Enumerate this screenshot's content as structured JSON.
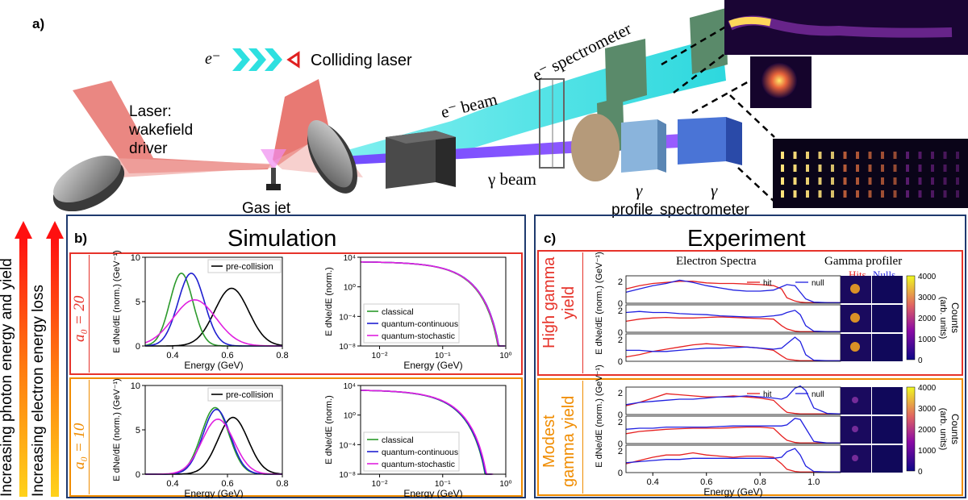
{
  "panel_a": {
    "letter": "a)",
    "electron_symbol": "e⁻",
    "colliding_laser": "Colliding laser",
    "laser_line1": "Laser:",
    "laser_line2": "wakefield",
    "laser_line3": "driver",
    "gas_jet": "Gas jet",
    "e_beam": "e⁻ beam",
    "e_spectrometer": "e⁻ spectrometer",
    "gamma_beam": "γ beam",
    "gamma_profile_sym": "γ",
    "gamma_profile_word": "profile",
    "gamma_spec_sym": "γ",
    "gamma_spec_word": "spectrometer"
  },
  "side_arrows": {
    "photon": "Increasing photon energy and yield",
    "electron": "Increasing electron energy loss"
  },
  "panel_b": {
    "letter": "b)",
    "title": "Simulation",
    "row_labels": [
      "a₀ = 20",
      "a₀ = 10"
    ],
    "colors": {
      "border": "#1f3a6e",
      "row1": "#e6332a",
      "row2": "#f08c00",
      "pre": "#000000",
      "classical": "#2c9a2c",
      "qc": "#2020d0",
      "qs": "#e020e0"
    }
  },
  "panel_c": {
    "letter": "c)",
    "title": "Experiment",
    "electron_spectra": "Electron Spectra",
    "gamma_profiler": "Gamma profiler",
    "hits": "Hits",
    "nulls": "Nulls",
    "row_labels": [
      [
        "High gamma",
        "yield"
      ],
      [
        "Modest",
        "gamma yield"
      ]
    ],
    "counts_label": "Counts",
    "counts_unit": "(arb. units)",
    "colorbar_ticks": [
      "4000",
      "3000",
      "2000",
      "1000",
      "0"
    ],
    "ylabel": "E dNe/dE (norm.) (GeV⁻¹)",
    "xlabel": "Energy (GeV)"
  },
  "chart_data": [
    {
      "type": "line",
      "id": "b_a20_lin",
      "xlabel": "Energy (GeV)",
      "ylabel": "E dNe/dE (norm.) (GeV⁻¹)",
      "xlim": [
        0.3,
        0.8
      ],
      "ylim": [
        0,
        10
      ],
      "xticks": [
        "0.4",
        "0.6",
        "0.8"
      ],
      "yticks": [
        "0",
        "5",
        "10"
      ],
      "legend": [
        "pre-collision"
      ],
      "series": [
        {
          "name": "pre-collision",
          "mu": 0.615,
          "sigma": 0.062,
          "peak": 6.5
        },
        {
          "name": "classical",
          "mu": 0.432,
          "sigma": 0.042,
          "peak": 8.2
        },
        {
          "name": "quantum-continuous",
          "mu": 0.468,
          "sigma": 0.048,
          "peak": 8.2
        },
        {
          "name": "quantum-stochastic",
          "mu": 0.48,
          "sigma": 0.078,
          "peak": 5.2
        }
      ]
    },
    {
      "type": "line",
      "id": "b_a20_log",
      "xlabel": "Energy (GeV)",
      "ylabel": "E dNe/dE (norm.)",
      "xscale": "log",
      "yscale": "log",
      "xlim": [
        0.005,
        1.0
      ],
      "ylim": [
        1e-08,
        10000.0
      ],
      "xticks": [
        "10⁻²",
        "10⁻¹",
        "10⁰"
      ],
      "yticks": [
        "10⁴",
        "10⁰",
        "10⁻⁴",
        "10⁻⁸"
      ],
      "legend": [
        "classical",
        "quantum-continuous",
        "quantum-stochastic"
      ],
      "series": [
        {
          "name": "classical",
          "cutoff": 0.96
        },
        {
          "name": "quantum-continuous",
          "cutoff": 0.99
        },
        {
          "name": "quantum-stochastic",
          "cutoff": 0.98
        }
      ]
    },
    {
      "type": "line",
      "id": "b_a10_lin",
      "xlabel": "Energy (GeV)",
      "ylabel": "E dNe/dE (norm.) (GeV⁻¹)",
      "xlim": [
        0.3,
        0.8
      ],
      "ylim": [
        0,
        10
      ],
      "xticks": [
        "0.4",
        "0.6",
        "0.8"
      ],
      "yticks": [
        "0",
        "5",
        "10"
      ],
      "legend": [
        "pre-collision"
      ],
      "series": [
        {
          "name": "pre-collision",
          "mu": 0.62,
          "sigma": 0.055,
          "peak": 6.4
        },
        {
          "name": "classical",
          "mu": 0.555,
          "sigma": 0.05,
          "peak": 7.5
        },
        {
          "name": "quantum-continuous",
          "mu": 0.56,
          "sigma": 0.05,
          "peak": 7.3
        },
        {
          "name": "quantum-stochastic",
          "mu": 0.565,
          "sigma": 0.058,
          "peak": 6.2
        }
      ]
    },
    {
      "type": "line",
      "id": "b_a10_log",
      "xlabel": "Energy (GeV)",
      "ylabel": "E dNe/dE (norm.)",
      "xscale": "log",
      "yscale": "log",
      "xlim": [
        0.005,
        1.0
      ],
      "ylim": [
        1e-08,
        10000.0
      ],
      "xticks": [
        "10⁻²",
        "10⁻¹",
        "10⁰"
      ],
      "yticks": [
        "10⁴",
        "10⁰",
        "10⁻⁴",
        "10⁻⁸"
      ],
      "legend": [
        "classical",
        "quantum-continuous",
        "quantum-stochastic"
      ],
      "series": [
        {
          "name": "classical",
          "cutoff": 0.6
        },
        {
          "name": "quantum-continuous",
          "cutoff": 0.61
        },
        {
          "name": "quantum-stochastic",
          "cutoff": 0.63
        }
      ]
    },
    {
      "type": "line",
      "id": "c_spectra",
      "xlabel": "Energy (GeV)",
      "xlim": [
        0.3,
        1.1
      ],
      "ylim": [
        0,
        2.5
      ],
      "xticks": [
        "0.4",
        "0.6",
        "0.8",
        "1.0"
      ],
      "yticks": [
        "0",
        "2"
      ],
      "legends": [
        [
          "hit",
          "null"
        ],
        [
          "hit",
          "null"
        ]
      ],
      "x": [
        0.3,
        0.35,
        0.4,
        0.45,
        0.5,
        0.55,
        0.6,
        0.65,
        0.7,
        0.75,
        0.8,
        0.85,
        0.88,
        0.9,
        0.93,
        0.95,
        0.97,
        1.0,
        1.05,
        1.1
      ],
      "panels": [
        {
          "hit": [
            1.3,
            1.6,
            1.8,
            1.9,
            2.0,
            2.0,
            1.85,
            1.8,
            1.8,
            1.75,
            1.7,
            1.6,
            1.3,
            0.5,
            0.2,
            0.1,
            0.05,
            0.05,
            0.05,
            0.05
          ],
          "null": [
            1.0,
            1.3,
            1.6,
            1.8,
            2.1,
            1.9,
            1.6,
            1.4,
            1.2,
            1.1,
            1.1,
            1.2,
            1.5,
            1.7,
            1.6,
            1.0,
            0.4,
            0.1,
            0.05,
            0.05
          ]
        },
        {
          "hit": [
            1.0,
            1.2,
            1.3,
            1.35,
            1.3,
            1.3,
            1.35,
            1.4,
            1.35,
            1.3,
            1.25,
            1.2,
            0.6,
            0.3,
            0.1,
            0.05,
            0.05,
            0.05,
            0.05,
            0.05
          ],
          "null": [
            1.8,
            1.9,
            1.8,
            1.8,
            1.7,
            1.65,
            1.6,
            1.5,
            1.45,
            1.4,
            1.4,
            1.5,
            1.6,
            1.8,
            2.0,
            1.6,
            0.6,
            0.1,
            0.05,
            0.05
          ]
        },
        {
          "hit": [
            0.4,
            0.6,
            0.9,
            1.1,
            1.3,
            1.5,
            1.6,
            1.5,
            1.4,
            1.3,
            1.2,
            1.0,
            0.5,
            0.2,
            0.1,
            0.05,
            0.05,
            0.05,
            0.05,
            0.05
          ],
          "null": [
            1.0,
            1.0,
            0.9,
            0.9,
            1.0,
            1.1,
            1.2,
            1.2,
            1.25,
            1.3,
            1.2,
            1.1,
            1.2,
            1.6,
            2.2,
            1.8,
            0.6,
            0.1,
            0.05,
            0.05
          ]
        },
        {
          "hit": [
            0.8,
            1.1,
            1.5,
            1.9,
            1.8,
            1.7,
            1.6,
            1.6,
            1.7,
            1.6,
            1.5,
            1.3,
            0.6,
            0.2,
            0.1,
            0.05,
            0.05,
            0.05,
            0.05,
            0.05
          ],
          "null": [
            0.9,
            1.1,
            1.2,
            1.3,
            1.4,
            1.4,
            1.5,
            1.6,
            1.6,
            1.7,
            1.6,
            1.5,
            1.4,
            1.6,
            2.4,
            2.6,
            2.2,
            0.6,
            0.1,
            0.05
          ]
        },
        {
          "hit": [
            0.9,
            1.1,
            1.2,
            1.3,
            1.35,
            1.4,
            1.4,
            1.4,
            1.45,
            1.5,
            1.5,
            1.4,
            0.7,
            0.3,
            0.1,
            0.05,
            0.05,
            0.05,
            0.05,
            0.05
          ],
          "null": [
            1.3,
            1.4,
            1.4,
            1.5,
            1.5,
            1.5,
            1.5,
            1.55,
            1.6,
            1.6,
            1.6,
            1.6,
            1.6,
            1.7,
            2.3,
            2.2,
            1.4,
            0.2,
            0.05,
            0.05
          ]
        },
        {
          "hit": [
            0.8,
            1.1,
            1.4,
            1.6,
            1.6,
            1.8,
            1.6,
            1.5,
            1.4,
            1.5,
            1.5,
            1.4,
            0.8,
            0.3,
            0.1,
            0.05,
            0.05,
            0.05,
            0.05,
            0.05
          ],
          "null": [
            0.9,
            1.0,
            1.1,
            1.2,
            1.2,
            1.3,
            1.3,
            1.3,
            1.3,
            1.3,
            1.3,
            1.3,
            1.4,
            1.9,
            2.2,
            1.6,
            0.6,
            0.1,
            0.05,
            0.05
          ]
        }
      ]
    }
  ]
}
